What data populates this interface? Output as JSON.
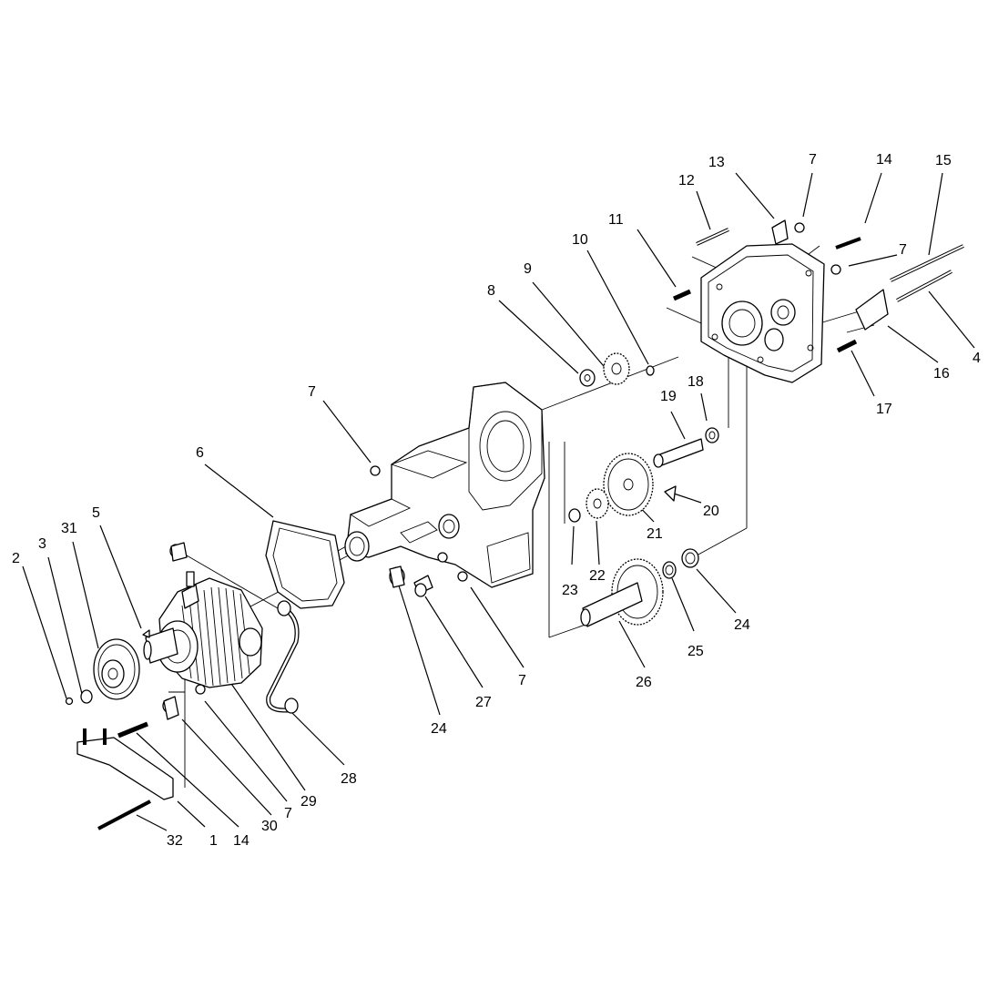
{
  "callouts": [
    "1",
    "2",
    "3",
    "4",
    "5",
    "6",
    "7",
    "8",
    "9",
    "10",
    "11",
    "12",
    "13",
    "14",
    "15",
    "16",
    "17",
    "18",
    "19",
    "20",
    "21",
    "22",
    "23",
    "24",
    "25",
    "26",
    "27",
    "28",
    "29",
    "30",
    "31",
    "32"
  ],
  "labels": [
    {
      "id": "c13",
      "text": "13"
    },
    {
      "id": "c7a",
      "text": "7"
    },
    {
      "id": "c14a",
      "text": "14"
    },
    {
      "id": "c15",
      "text": "15"
    },
    {
      "id": "c12",
      "text": "12"
    },
    {
      "id": "c11",
      "text": "11"
    },
    {
      "id": "c7b",
      "text": "7"
    },
    {
      "id": "c10",
      "text": "10"
    },
    {
      "id": "c9",
      "text": "9"
    },
    {
      "id": "c8",
      "text": "8"
    },
    {
      "id": "c4",
      "text": "4"
    },
    {
      "id": "c16",
      "text": "16"
    },
    {
      "id": "c17",
      "text": "17"
    },
    {
      "id": "c18",
      "text": "18"
    },
    {
      "id": "c19",
      "text": "19"
    },
    {
      "id": "c7c",
      "text": "7"
    },
    {
      "id": "c6",
      "text": "6"
    },
    {
      "id": "c20",
      "text": "20"
    },
    {
      "id": "c21",
      "text": "21"
    },
    {
      "id": "c5",
      "text": "5"
    },
    {
      "id": "c31",
      "text": "31"
    },
    {
      "id": "c3",
      "text": "3"
    },
    {
      "id": "c2",
      "text": "2"
    },
    {
      "id": "c23",
      "text": "23"
    },
    {
      "id": "c22",
      "text": "22"
    },
    {
      "id": "c24a",
      "text": "24"
    },
    {
      "id": "c25",
      "text": "25"
    },
    {
      "id": "c7d",
      "text": "7"
    },
    {
      "id": "c26",
      "text": "26"
    },
    {
      "id": "c27",
      "text": "27"
    },
    {
      "id": "c24b",
      "text": "24"
    },
    {
      "id": "c28",
      "text": "28"
    },
    {
      "id": "c29",
      "text": "29"
    },
    {
      "id": "c30",
      "text": "30"
    },
    {
      "id": "c7e",
      "text": "7"
    },
    {
      "id": "c32",
      "text": "32"
    },
    {
      "id": "c1",
      "text": "1"
    },
    {
      "id": "c14b",
      "text": "14"
    }
  ]
}
